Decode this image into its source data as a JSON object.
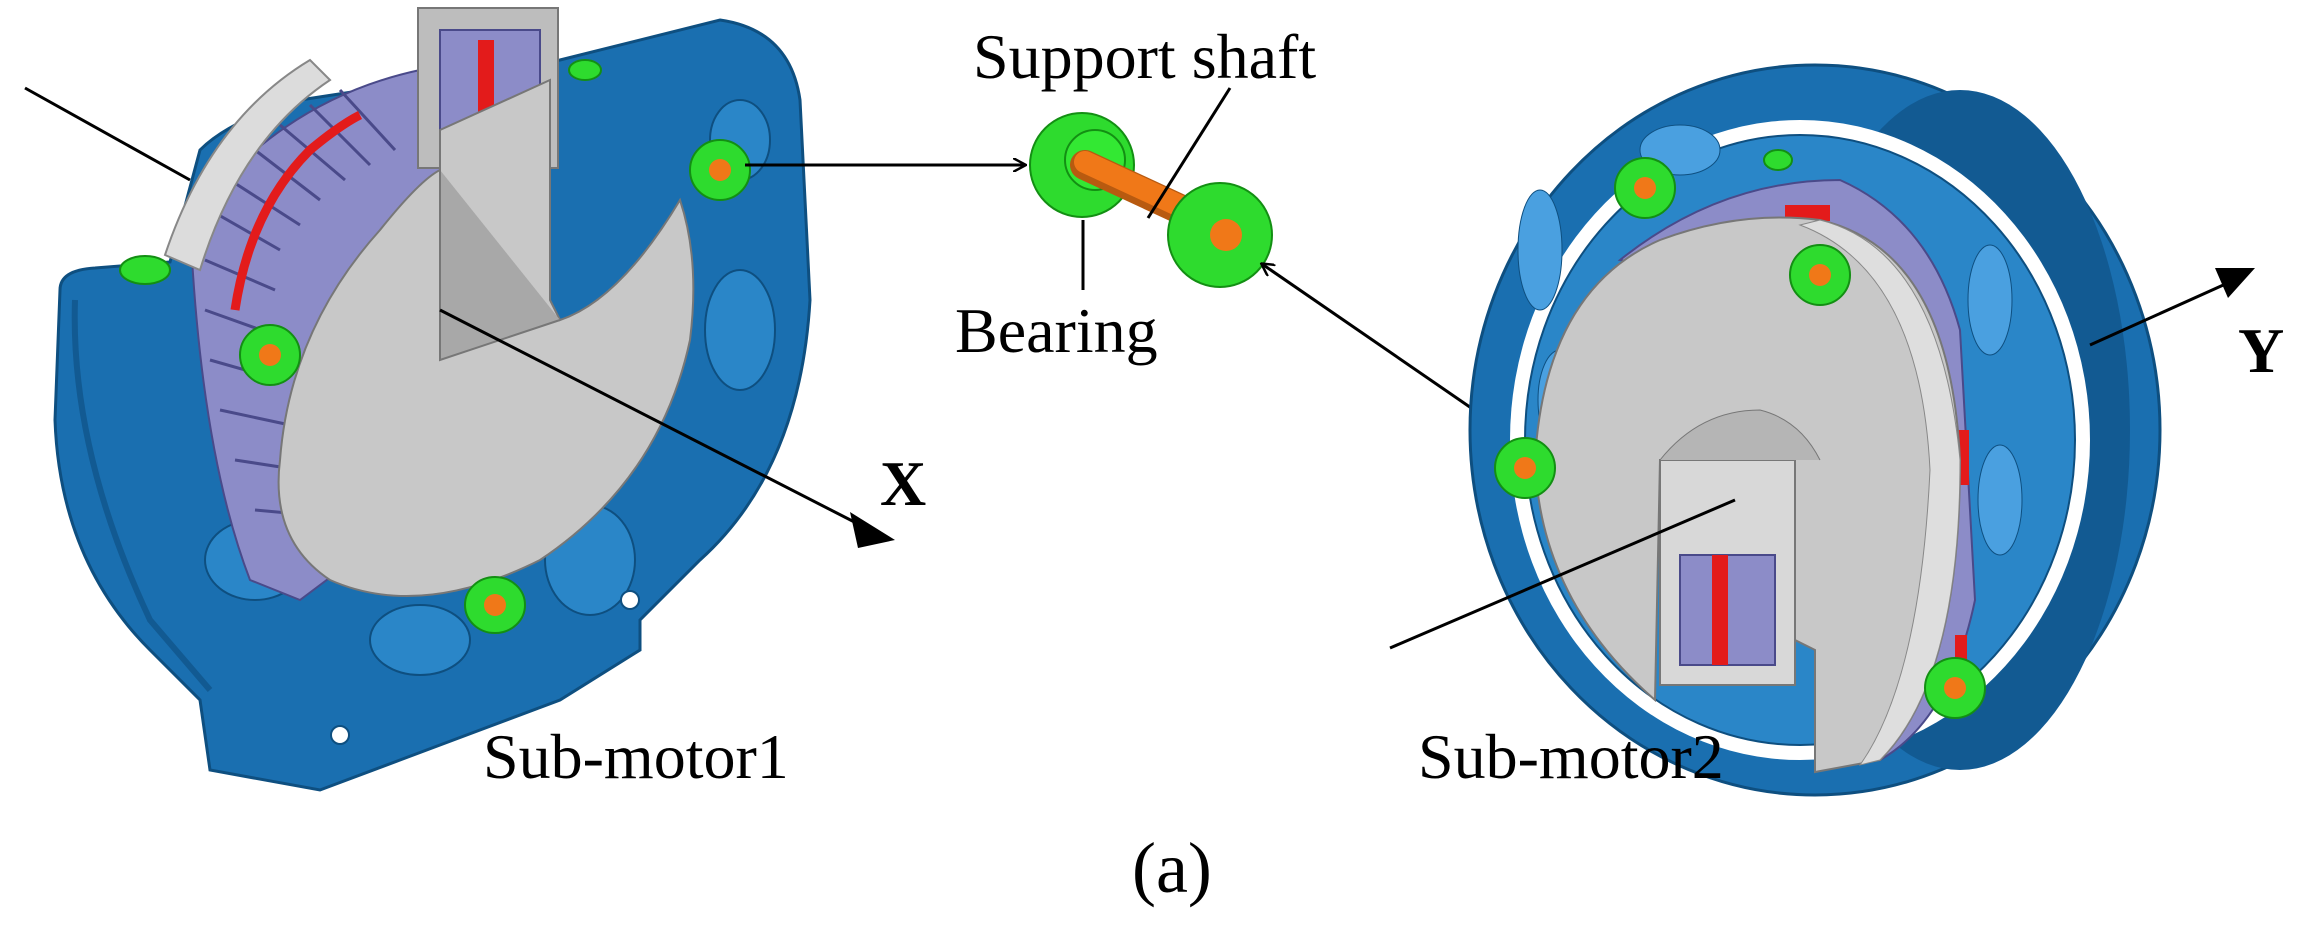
{
  "labels": {
    "support_shaft": "Support shaft",
    "bearing": "Bearing",
    "sub_motor1": "Sub-motor1",
    "sub_motor2": "Sub-motor2",
    "axis_x": "X",
    "axis_y": "Y",
    "panel": "(a)"
  },
  "colors": {
    "housing_blue": "#1a6fb0",
    "housing_dark": "#125a92",
    "rotor_gray": "#c8c8c8",
    "stator_lavender": "#8c8cc8",
    "magnet_red": "#e31b1b",
    "bearing_green": "#2edb2e",
    "shaft_orange": "#f07818"
  }
}
